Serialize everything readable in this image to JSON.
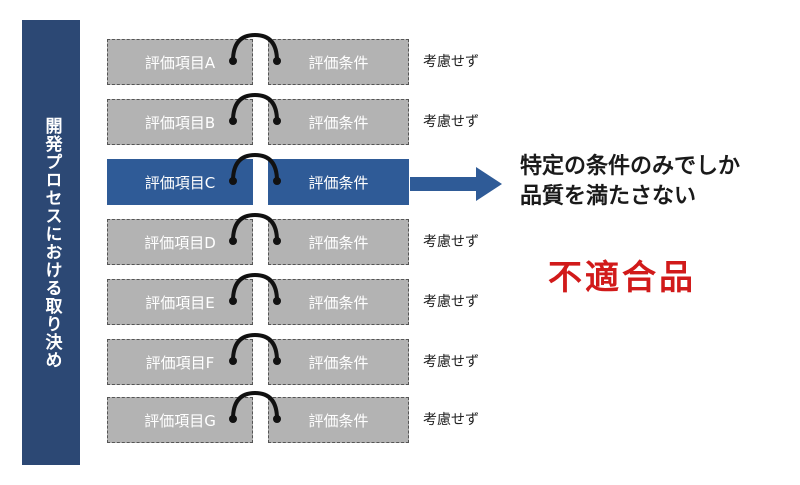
{
  "sidebar": {
    "label": "開発プロセスにおける取り決め"
  },
  "rows": [
    {
      "item": "評価項目A",
      "condition": "評価条件",
      "note": "考慮せず"
    },
    {
      "item": "評価項目B",
      "condition": "評価条件",
      "note": "考慮せず"
    },
    {
      "item": "評価項目C",
      "condition": "評価条件",
      "note": ""
    },
    {
      "item": "評価項目D",
      "condition": "評価条件",
      "note": "考慮せず"
    },
    {
      "item": "評価項目E",
      "condition": "評価条件",
      "note": "考慮せず"
    },
    {
      "item": "評価項目F",
      "condition": "評価条件",
      "note": "考慮せず"
    },
    {
      "item": "評価項目G",
      "condition": "評価条件",
      "note": "考慮せず"
    }
  ],
  "result": {
    "line1": "特定の条件のみでしか",
    "line2": "品質を満たさない",
    "verdict": "不適合品"
  },
  "colors": {
    "sidebar": "#2c4874",
    "selected": "#2f5b97",
    "box": "#b3b3b3",
    "verdict": "#d11a1a"
  }
}
